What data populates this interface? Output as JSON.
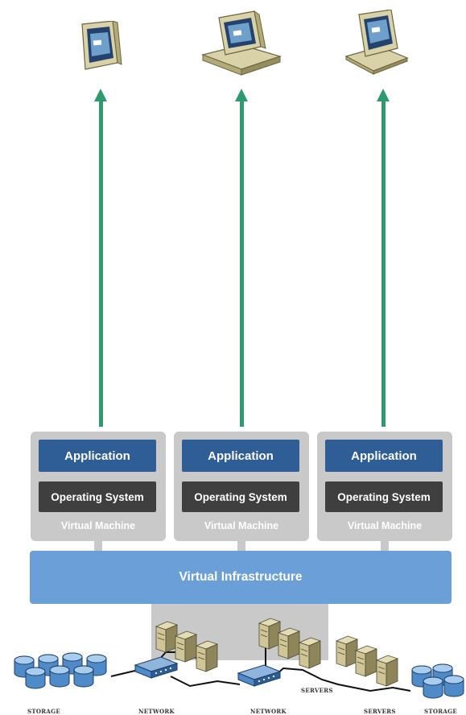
{
  "virtual_machines": [
    {
      "application": "Application",
      "operating_system": "Operating System",
      "label": "Virtual Machine"
    },
    {
      "application": "Application",
      "operating_system": "Operating System",
      "label": "Virtual Machine"
    },
    {
      "application": "Application",
      "operating_system": "Operating System",
      "label": "Virtual Machine"
    }
  ],
  "infrastructure": {
    "label": "Virtual Infrastructure"
  },
  "hardware_labels": {
    "storage_left": "STORAGE",
    "network_left": "NETWORK",
    "network_right": "NETWORK",
    "servers_mid": "SERVERS",
    "servers_right": "SERVERS",
    "storage_right": "STORAGE"
  },
  "clients": [
    {
      "icon": "tablet-pc-icon"
    },
    {
      "icon": "desktop-pc-icon"
    },
    {
      "icon": "laptop-icon"
    }
  ],
  "colors": {
    "arrow": "#2e9a6e",
    "application": "#2e5e95",
    "operating_system": "#3f3f3f",
    "virtual_machine": "#c9c9c9",
    "infrastructure": "#6a9fd8",
    "storage": "#4f8bc9"
  }
}
